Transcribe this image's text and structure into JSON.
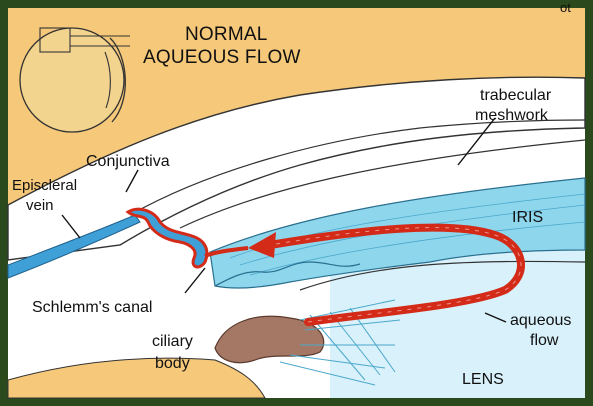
{
  "diagram": {
    "title_line1": "NORMAL",
    "title_line2": "AQUEOUS FLOW",
    "corner_text": "ot",
    "labels": {
      "trabecular_line1": "trabecular",
      "trabecular_line2": "meshwork",
      "conjunctiva": "Conjunctiva",
      "episcleral_line1": "Episcleral",
      "episcleral_line2": "vein",
      "iris": "IRIS",
      "schlemms_canal": "Schlemm's canal",
      "aqueous_line1": "aqueous",
      "aqueous_line2": "flow",
      "ciliary_line1": "ciliary",
      "ciliary_line2": "body",
      "lens": "LENS"
    }
  },
  "colors": {
    "frame": "#2a4a1e",
    "sclera": "#f5c87a",
    "cornea": "#ffffff",
    "iris": "#8ed6ec",
    "lens": "#d9f1fa",
    "vein": "#3fa0d8",
    "flow_arrow": "#d42a18",
    "ciliary": "#a57866",
    "eye_icon": "#f3d48e"
  }
}
